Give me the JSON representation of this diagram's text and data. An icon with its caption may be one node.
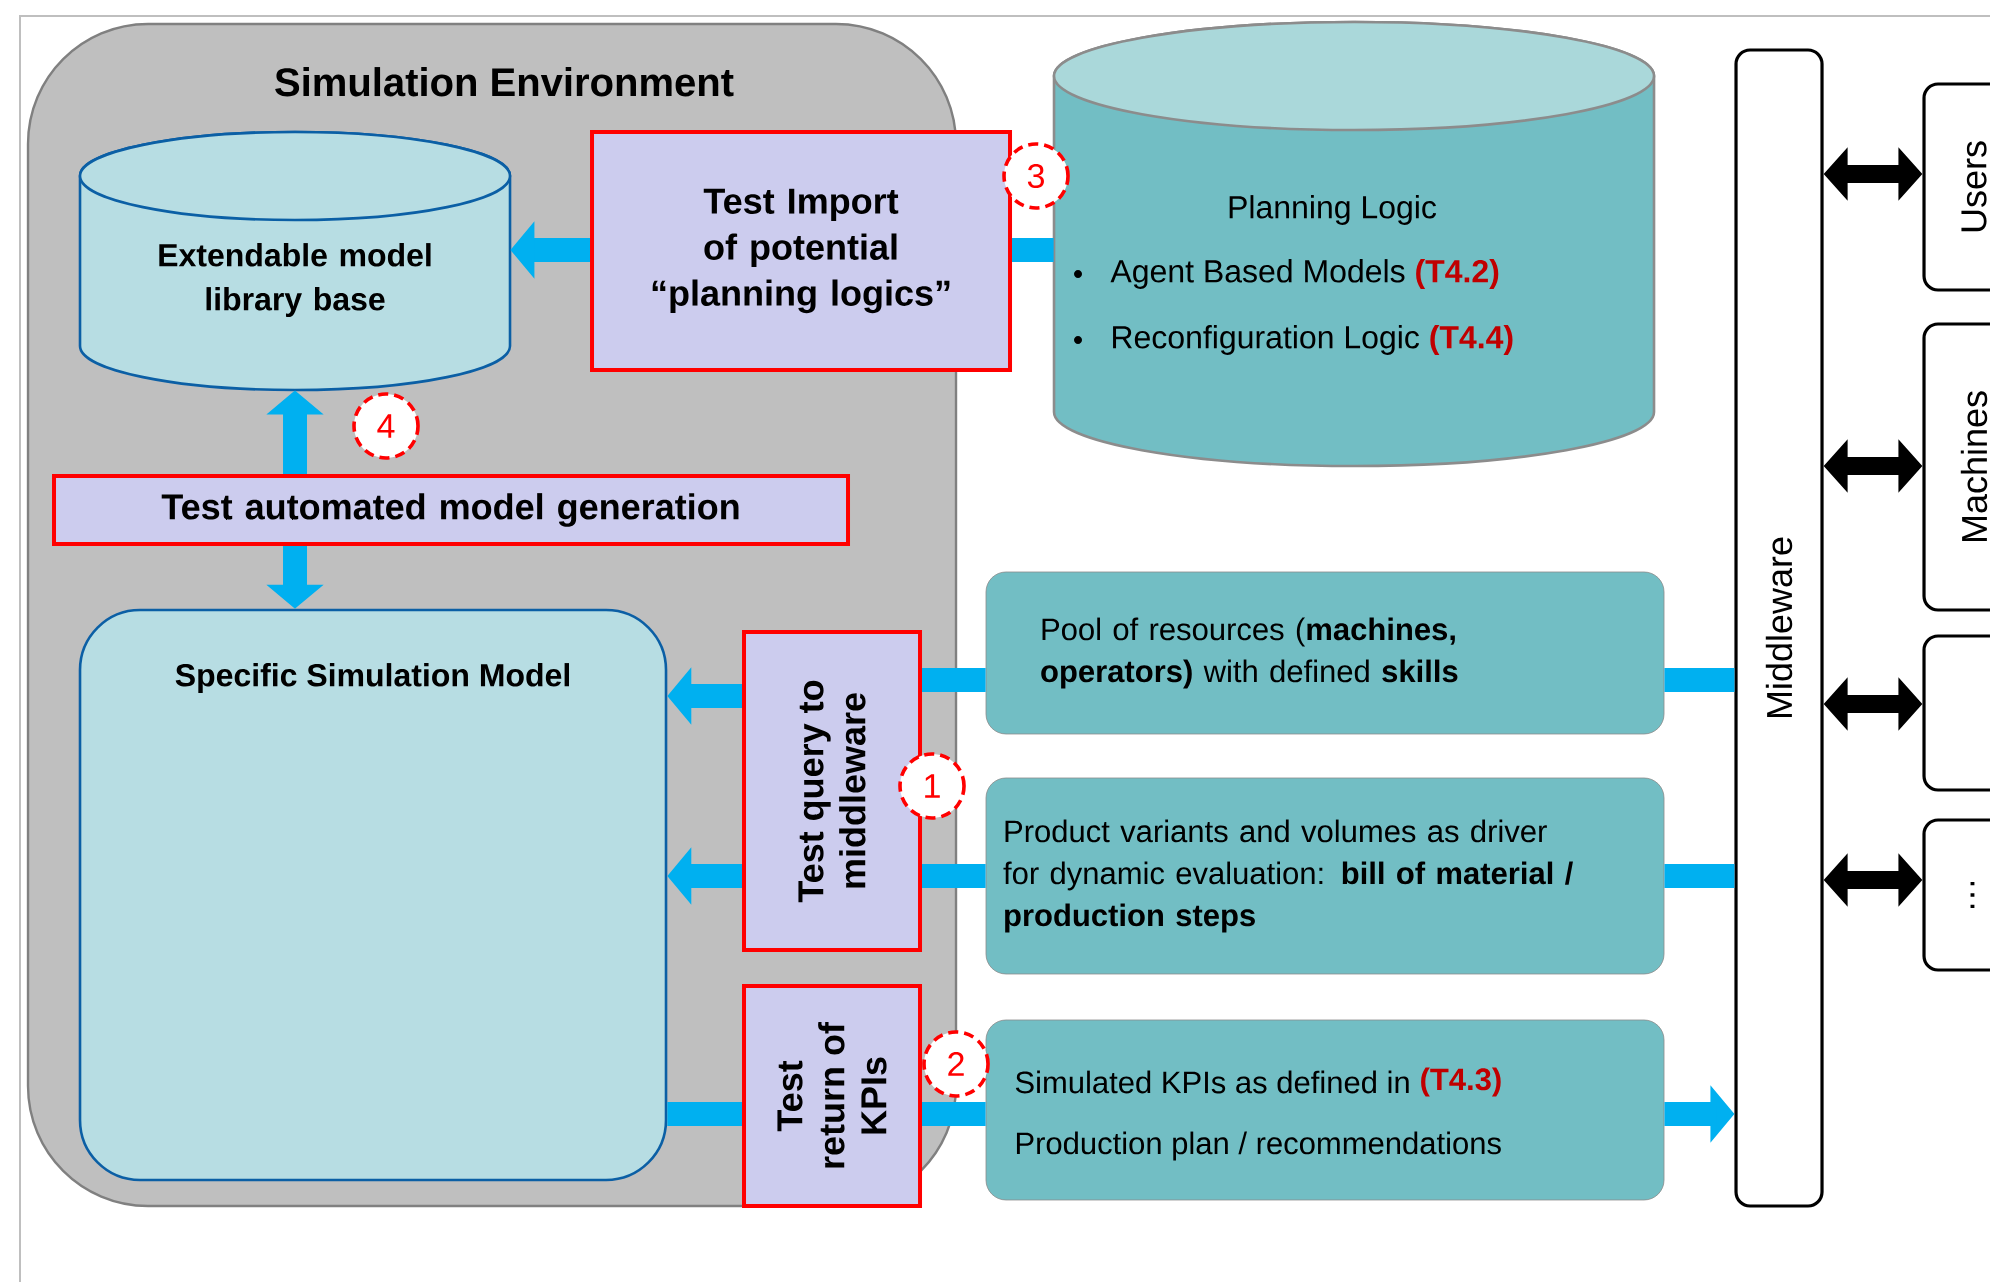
{
  "diagram": {
    "nodes": [
      {
        "text": [
          "Simulation Environment"
        ]
      },
      {
        "text": [
          "Extendable model library base"
        ],
        "in": 0
      },
      {
        "text": [
          "Test Import of potential “planning logics”"
        ]
      },
      {
        "text": [
          "Planning Logic",
          "Agent Based Models",
          "(T4.2)",
          "Reconfiguration Logic",
          "(T4.4)"
        ]
      },
      {
        "text": [
          "Test automated model generation"
        ],
        "in": 0
      },
      {
        "text": [
          "Specific Simulation Model"
        ],
        "in": 0
      },
      {
        "text": [
          "Test query to middleware"
        ],
        "in": 0
      },
      {
        "text": [
          "Test return of KPIs"
        ],
        "in": 0
      },
      {
        "text": [
          "Pool of resources (**machines, operators)** with defined **skills**"
        ]
      },
      {
        "text": [
          "Product variants and volumes as driver for dynamic evaluation: **bill of material / production steps**"
        ]
      },
      {
        "text": [
          "Simulated KPIs as defined in",
          "(T4.3)",
          "Production plan / recommendations"
        ]
      },
      {
        "text": [
          "Middleware"
        ]
      },
      {
        "text": [
          "Users"
        ]
      },
      {
        "text": [
          "Machines"
        ]
      },
      {
        "text": [],
        "shape": "box"
      },
      {
        "text": [
          "…"
        ]
      },
      {
        "text": [
          "3"
        ]
      },
      {
        "text": [
          "4"
        ],
        "in": 0
      },
      {
        "text": [
          "1"
        ]
      },
      {
        "text": [
          "2"
        ]
      }
    ],
    "edges": [
      {
        "from": 2,
        "to": 1,
        "arrow": "to"
      },
      {
        "from": 3,
        "to": 2,
        "arrow": "none"
      },
      {
        "from": 4,
        "to": 1,
        "arrow": "to"
      },
      {
        "from": 4,
        "to": 5,
        "arrow": "to"
      },
      {
        "from": 6,
        "to": 5,
        "arrow": "to"
      },
      {
        "from": 6,
        "to": 5,
        "arrow": "to"
      },
      {
        "from": 8,
        "to": 6,
        "arrow": "none"
      },
      {
        "from": 9,
        "to": 6,
        "arrow": "none"
      },
      {
        "from": 11,
        "to": 8,
        "arrow": "none"
      },
      {
        "from": 11,
        "to": 9,
        "arrow": "none"
      },
      {
        "from": 5,
        "to": 7,
        "arrow": "none"
      },
      {
        "from": 7,
        "to": 10,
        "arrow": "none"
      },
      {
        "from": 10,
        "to": 11,
        "arrow": "to"
      },
      {
        "from": 11,
        "to": 12,
        "arrow": "both",
        "color": "#000000"
      },
      {
        "from": 11,
        "to": 13,
        "arrow": "both",
        "color": "#000000"
      },
      {
        "from": 11,
        "to": 14,
        "arrow": "both",
        "color": "#000000"
      },
      {
        "from": 11,
        "to": 15,
        "arrow": "both",
        "color": "#000000"
      }
    ]
  }
}
